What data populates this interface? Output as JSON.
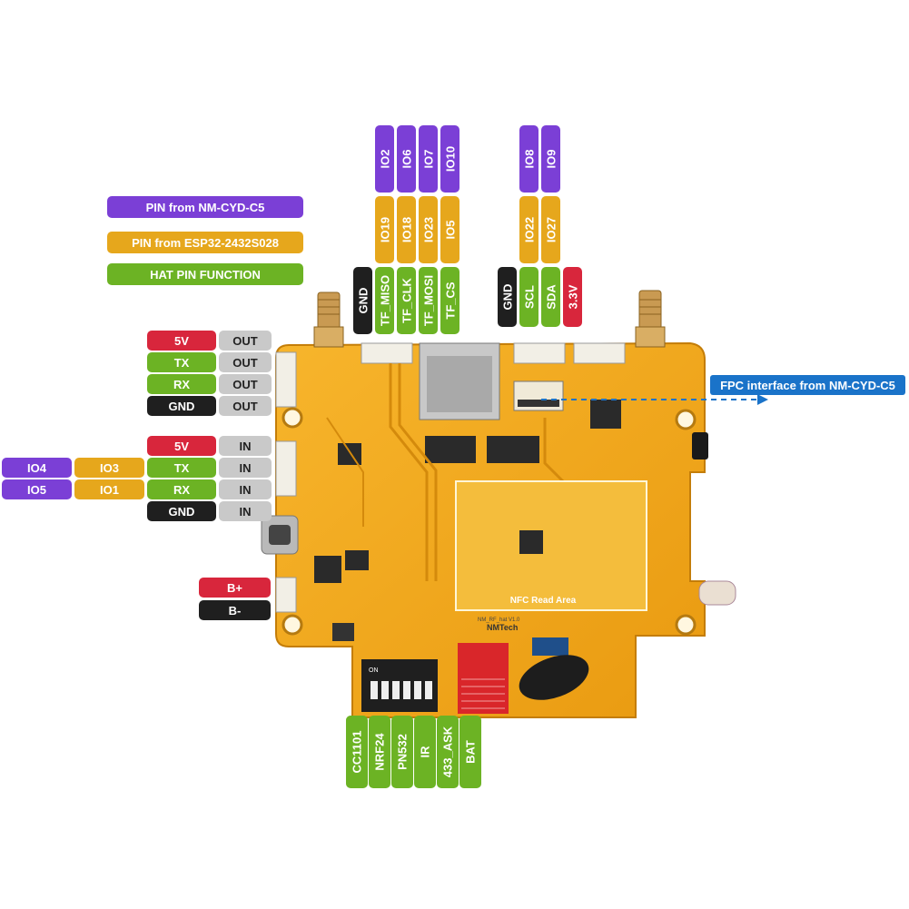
{
  "legend": [
    {
      "label": "PIN from NM-CYD-C5",
      "color": "#7b3fd6"
    },
    {
      "label": "PIN from ESP32-2432S028",
      "color": "#e6a71c"
    },
    {
      "label": "HAT PIN FUNCTION",
      "color": "#6cb324"
    }
  ],
  "top_left_header": {
    "nm": [
      "IO2",
      "IO6",
      "IO7",
      "IO10"
    ],
    "esp": [
      "IO19",
      "IO18",
      "IO23",
      "IO5"
    ],
    "hat": [
      "GND",
      "TF_MISO",
      "TF_CLK",
      "TF_MOSI",
      "TF_CS"
    ]
  },
  "top_right_header": {
    "nm": [
      "IO8",
      "IO9"
    ],
    "esp": [
      "IO22",
      "IO27"
    ],
    "hat": [
      "GND",
      "SCL",
      "SDA",
      "3.3V"
    ]
  },
  "out_connector": {
    "pins": [
      "5V",
      "TX",
      "RX",
      "GND"
    ],
    "dir": [
      "OUT",
      "OUT",
      "OUT",
      "OUT"
    ]
  },
  "in_connector": {
    "pins": [
      "5V",
      "TX",
      "RX",
      "GND"
    ],
    "dir": [
      "IN",
      "IN",
      "IN",
      "IN"
    ],
    "esp": [
      "IO3",
      "IO1"
    ],
    "nm": [
      "IO4",
      "IO5"
    ]
  },
  "battery": [
    "B+",
    "B-"
  ],
  "dip_switches": [
    "CC1101",
    "NRF24",
    "PN532",
    "IR",
    "433_ASK",
    "BAT"
  ],
  "fpc_label": "FPC interface from NM-CYD-C5",
  "board": {
    "nfc_label": "NFC Read Area",
    "brand": "NMTech",
    "version": "NM_RF_hat V1.0",
    "dip_on": "ON"
  }
}
